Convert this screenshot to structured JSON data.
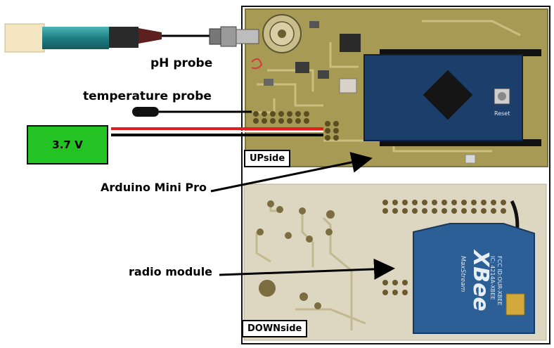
{
  "labels": {
    "ph_probe": "pH probe",
    "temperature_probe": "temperature probe",
    "battery_voltage": "3.7 V",
    "arduino": "Arduino Mini Pro",
    "radio": "radio module",
    "upside": "UPside",
    "downside": "DOWNside"
  },
  "chip_text": {
    "xbee_brand": "XBee",
    "maxstream": "MaxStream",
    "fcc": "FCC ID:OUR-XBEE",
    "ic": "IC: 4214A-XBEE",
    "reset": "Reset"
  },
  "colors": {
    "battery": "#22c322",
    "board_top": "#a79a55",
    "board_bottom": "#ddd6c1",
    "arduino_pcb": "#1c3e6a",
    "xbee_pcb": "#2b5f95",
    "wire_red": "#e02020"
  }
}
